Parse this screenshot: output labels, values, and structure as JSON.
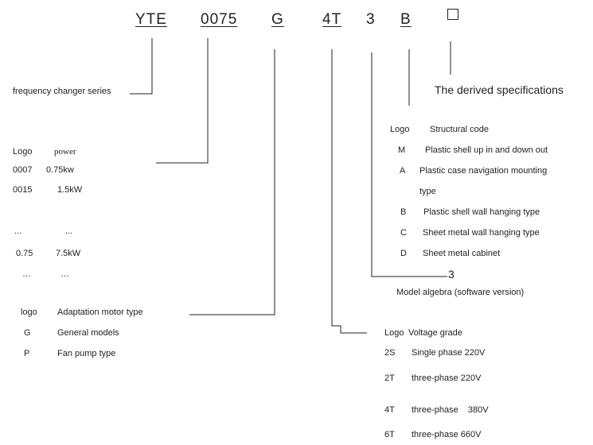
{
  "model_code": {
    "series": "YTE",
    "power": "0075",
    "motor_type": "G",
    "voltage": "4T",
    "software": "3",
    "structure": "B"
  },
  "series": {
    "label": "frequency changer series"
  },
  "derived": {
    "label": "The derived specifications"
  },
  "power_section": {
    "header_logo": "Logo",
    "header_power": "power",
    "rows": [
      {
        "code": "0007",
        "value": "0.75kw"
      },
      {
        "code": "0015",
        "value": "1.5kW"
      },
      {
        "code": "...",
        "value": "..."
      },
      {
        "code": "0.75",
        "value": "7.5kW"
      },
      {
        "code": "…",
        "value": "…"
      }
    ]
  },
  "motor_section": {
    "header_logo": "logo",
    "header_label": "Adaptation motor type",
    "rows": [
      {
        "code": "G",
        "desc": "General models"
      },
      {
        "code": "P",
        "desc": "Fan pump type"
      }
    ]
  },
  "structure_section": {
    "header_logo": "Logo",
    "header_label": "Structural code",
    "rows": [
      {
        "code": "M",
        "desc": "Plastic shell up in and down out"
      },
      {
        "code": "A",
        "desc": "Plastic case navigation mounting"
      },
      {
        "code": "",
        "desc": "type"
      },
      {
        "code": "B",
        "desc": "Plastic shell wall hanging type"
      },
      {
        "code": "C",
        "desc": "Sheet metal wall hanging type"
      },
      {
        "code": "D",
        "desc": "Sheet metal cabinet"
      }
    ]
  },
  "software_section": {
    "value": "3",
    "label": "Model algebra (software version)"
  },
  "voltage_section": {
    "header_logo": "Logo",
    "header_label": "Voltage grade",
    "rows": [
      {
        "code": "2S",
        "desc": "Single phase 220V"
      },
      {
        "code": "2T",
        "desc": "three-phase 220V"
      },
      {
        "code": "4T",
        "desc": "three-phase    380V"
      },
      {
        "code": "6T",
        "desc": "three-phase 660V"
      }
    ]
  }
}
